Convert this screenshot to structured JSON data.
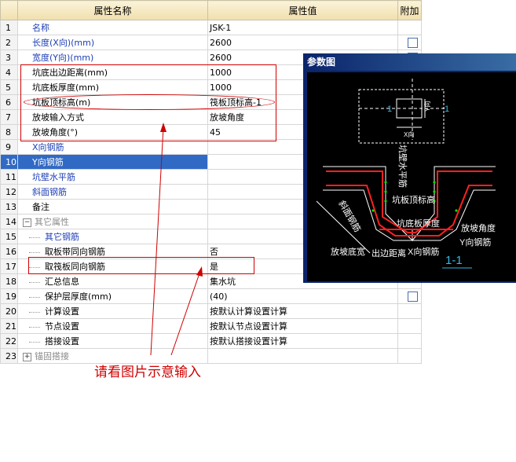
{
  "grid": {
    "headers": {
      "name": "属性名称",
      "value": "属性值",
      "extra": "附加"
    },
    "rows": [
      {
        "num": "1",
        "name": "名称",
        "value": "JSK-1",
        "style": "blue",
        "check": false
      },
      {
        "num": "2",
        "name": "长度(X向)(mm)",
        "value": "2600",
        "style": "blue",
        "check": true
      },
      {
        "num": "3",
        "name": "宽度(Y向)(mm)",
        "value": "2600",
        "style": "blue",
        "check": true
      },
      {
        "num": "4",
        "name": "坑底出边距离(mm)",
        "value": "1000",
        "style": "normal",
        "check": false
      },
      {
        "num": "5",
        "name": "坑底板厚度(mm)",
        "value": "1000",
        "style": "normal",
        "check": false
      },
      {
        "num": "6",
        "name": "坑板顶标高(m)",
        "value": "筏板顶标高-1",
        "style": "normal",
        "check": false
      },
      {
        "num": "7",
        "name": "放坡输入方式",
        "value": "放坡角度",
        "style": "normal",
        "check": false
      },
      {
        "num": "8",
        "name": "放坡角度(°)",
        "value": "45",
        "style": "normal",
        "check": false
      },
      {
        "num": "9",
        "name": "X向钢筋",
        "value": "",
        "style": "blue",
        "check": false
      },
      {
        "num": "10",
        "name": "Y向钢筋",
        "value": "",
        "style": "sel",
        "check": false
      },
      {
        "num": "11",
        "name": "坑壁水平筋",
        "value": "",
        "style": "blue",
        "check": false
      },
      {
        "num": "12",
        "name": "斜面钢筋",
        "value": "",
        "style": "blue",
        "check": false
      },
      {
        "num": "13",
        "name": "备注",
        "value": "",
        "style": "normal",
        "check": false
      },
      {
        "num": "14",
        "name": "其它属性",
        "value": "",
        "style": "gray",
        "check": false
      },
      {
        "num": "15",
        "name": "其它钢筋",
        "value": "",
        "style": "blue",
        "check": false
      },
      {
        "num": "16",
        "name": "取板带同向钢筋",
        "value": "否",
        "style": "normal",
        "check": false
      },
      {
        "num": "17",
        "name": "取筏板同向钢筋",
        "value": "是",
        "style": "normal",
        "check": false
      },
      {
        "num": "18",
        "name": "汇总信息",
        "value": "集水坑",
        "style": "normal",
        "check": false
      },
      {
        "num": "19",
        "name": "保护层厚度(mm)",
        "value": "(40)",
        "style": "normal",
        "check": true
      },
      {
        "num": "20",
        "name": "计算设置",
        "value": "按默认计算设置计算",
        "style": "normal",
        "check": false
      },
      {
        "num": "21",
        "name": "节点设置",
        "value": "按默认节点设置计算",
        "style": "normal",
        "check": false
      },
      {
        "num": "22",
        "name": "搭接设置",
        "value": "按默认搭接设置计算",
        "style": "normal",
        "check": false
      },
      {
        "num": "23",
        "name": "锚固搭接",
        "value": "",
        "style": "gray",
        "check": false
      }
    ]
  },
  "param_window": {
    "title": "参数图",
    "labels": {
      "left_one": "1",
      "right_one": "1",
      "x_dim": "X向",
      "y_dim": "Y向",
      "wall_top": "坑壁水平筋",
      "top_elev": "坑板顶标高",
      "slope_bars": "斜面钢筋",
      "bottom_thick": "坑底板厚度",
      "slope_angle": "放坡角度",
      "slope_width": "放坡底宽",
      "edge_dist": "出边距离",
      "x_bars": "X向钢筋",
      "y_bars": "Y向钢筋",
      "section": "1-1"
    },
    "colors": {
      "background": "#000000",
      "lines": "#ffffff",
      "rebar": "#ff2020",
      "labels": "#ffffff",
      "section": "#39b7e6"
    }
  },
  "annotation": {
    "note": "请看图片示意输入",
    "color": "#d00000"
  }
}
